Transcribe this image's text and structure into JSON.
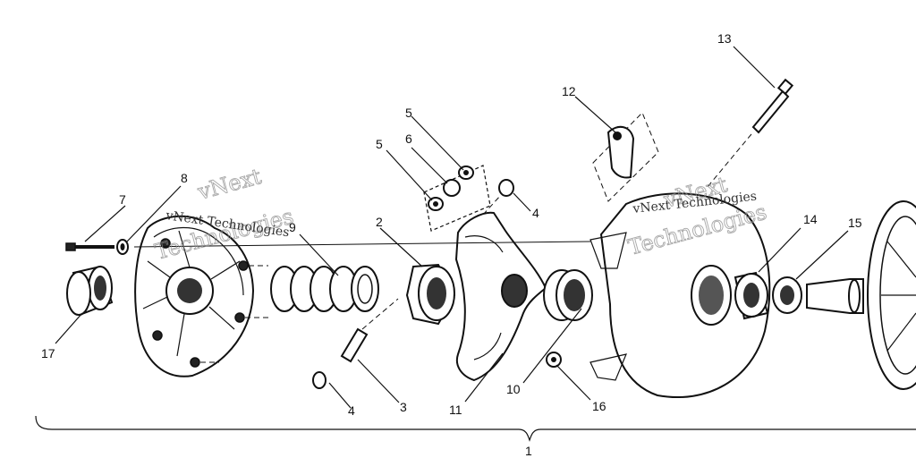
{
  "callouts": {
    "n1": "1",
    "n2": "2",
    "n3": "3",
    "n4a": "4",
    "n4b": "4",
    "n5a": "5",
    "n5b": "5",
    "n6": "6",
    "n7": "7",
    "n8": "8",
    "n9": "9",
    "n10": "10",
    "n11": "11",
    "n12": "12",
    "n13": "13",
    "n14": "14",
    "n15": "15",
    "n16": "16",
    "n17": "17"
  },
  "watermark": {
    "mark_a": "vNext",
    "mark_b": "Technologies",
    "line_left": "vNext Technologies",
    "line_right": "vNext Technologies"
  }
}
